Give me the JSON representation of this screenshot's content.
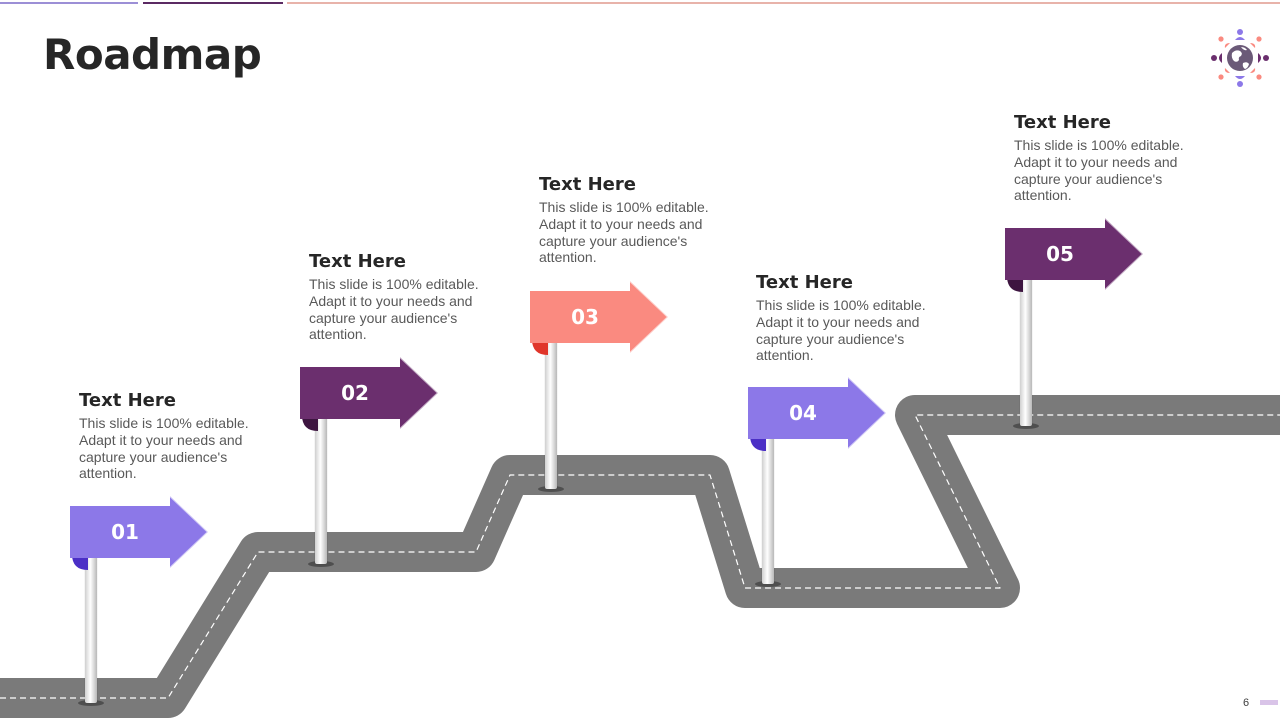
{
  "slide": {
    "title": "Roadmap",
    "page_number": "6",
    "logo_icon": "globe-people-icon"
  },
  "colors": {
    "violet": "#8c78e8",
    "violet_fold": "#4b2fc6",
    "plum": "#6b2f6e",
    "plum_fold": "#3d1540",
    "salmon": "#fa8a80",
    "salmon_fold": "#e0352a",
    "road": "#7a7a7a",
    "text_dark": "#262626",
    "text_body": "#595959"
  },
  "milestones": [
    {
      "number": "01",
      "title": "Text Here",
      "description": "This slide is 100% editable. Adapt it to your needs and capture your audience's attention.",
      "color": "violet"
    },
    {
      "number": "02",
      "title": "Text Here",
      "description": "This slide is 100% editable. Adapt it to your needs and capture your audience's attention.",
      "color": "plum"
    },
    {
      "number": "03",
      "title": "Text Here",
      "description": "This slide is 100% editable. Adapt it to your needs and capture your audience's attention.",
      "color": "salmon"
    },
    {
      "number": "04",
      "title": "Text Here",
      "description": "This slide is 100% editable. Adapt it to your needs and capture your audience's attention.",
      "color": "violet"
    },
    {
      "number": "05",
      "title": "Text Here",
      "description": "This slide is 100% editable. Adapt it to your needs and capture your audience's attention.",
      "color": "plum"
    }
  ]
}
